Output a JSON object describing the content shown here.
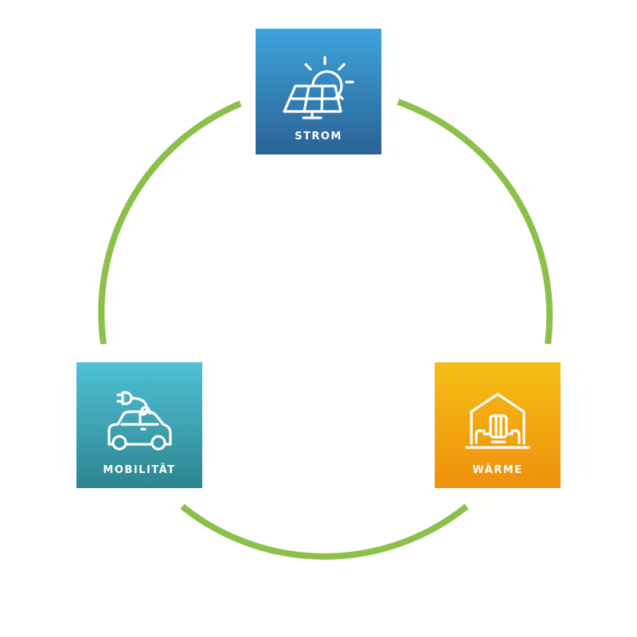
{
  "colors": {
    "ring": "#8cc04b",
    "strom_top": "#3ea3dc",
    "strom_bottom": "#2b6294",
    "mobilitaet_top": "#4fc0d4",
    "mobilitaet_bottom": "#2d8590",
    "waerme_top": "#f5be14",
    "waerme_bottom": "#ee900c",
    "icon_stroke": "#ffffff"
  },
  "nodes": [
    {
      "id": "strom",
      "label": "STROM",
      "icon": "solar-panel-sun-icon"
    },
    {
      "id": "mobilitaet",
      "label": "MOBILITÄT",
      "icon": "electric-car-icon"
    },
    {
      "id": "waerme",
      "label": "WÄRME",
      "icon": "house-radiator-icon"
    }
  ]
}
